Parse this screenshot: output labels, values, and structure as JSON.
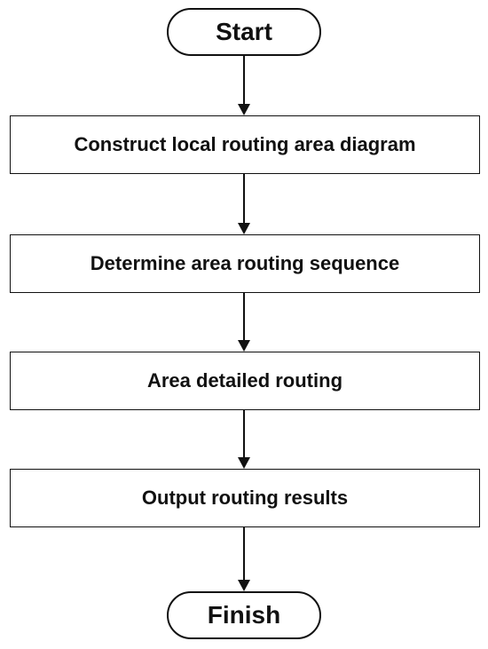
{
  "diagram": {
    "start_label": "Start",
    "finish_label": "Finish",
    "steps": [
      {
        "label": "Construct local routing area diagram"
      },
      {
        "label": "Determine area routing sequence"
      },
      {
        "label": "Area detailed routing"
      },
      {
        "label": "Output routing results"
      }
    ]
  }
}
